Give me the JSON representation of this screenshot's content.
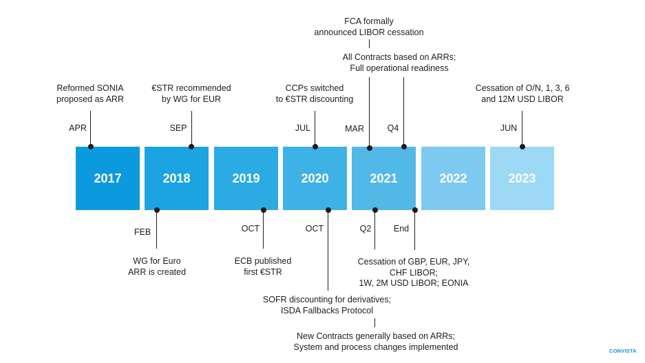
{
  "years": [
    "2017",
    "2018",
    "2019",
    "2020",
    "2021",
    "2022",
    "2023"
  ],
  "colors": {
    "y2017": "#0c9ade",
    "y2018": "#1ca3e1",
    "y2019": "#2caae3",
    "y2020": "#3eb1e6",
    "y2021": "#52b8e8",
    "y2022": "#7dc9ef",
    "y2023": "#9dd8f4",
    "line": "#1d1d1b",
    "logo": "#0a8fd9"
  },
  "events_top": [
    {
      "month": "APR",
      "desc": [
        "Reformed SONIA",
        "proposed as ARR"
      ]
    },
    {
      "month": "SEP",
      "desc": [
        "€STR recommended",
        "by WG for EUR"
      ]
    },
    {
      "month": "JUL",
      "desc": [
        "CCPs switched",
        "to €STR discounting"
      ]
    },
    {
      "month": "MAR",
      "desc": [
        "FCA formally",
        "announced LIBOR cessation"
      ]
    },
    {
      "month": "Q4",
      "desc": [
        "All Contracts based on ARRs;",
        "Full operational readiness"
      ]
    },
    {
      "month": "JUN",
      "desc": [
        "Cessation of O/N, 1, 3, 6",
        "and 12M USD LIBOR"
      ]
    }
  ],
  "events_bottom": [
    {
      "month": "FEB",
      "desc": [
        "WG for Euro",
        "ARR is created"
      ]
    },
    {
      "month": "OCT",
      "desc": [
        "ECB published",
        "first €STR"
      ]
    },
    {
      "month": "OCT",
      "desc": [
        "SOFR discounting for derivatives;",
        "ISDA Fallbacks Protocol"
      ]
    },
    {
      "month": "Q2",
      "desc": [
        "New Contracts generally based on ARRs;",
        "System and process changes implemented"
      ]
    },
    {
      "month": "End",
      "desc": [
        "Cessation of GBP, EUR, JPY,",
        "CHF LIBOR;",
        "1W, 2M USD LIBOR; EONIA"
      ]
    }
  ],
  "logo": "CONVISTA"
}
